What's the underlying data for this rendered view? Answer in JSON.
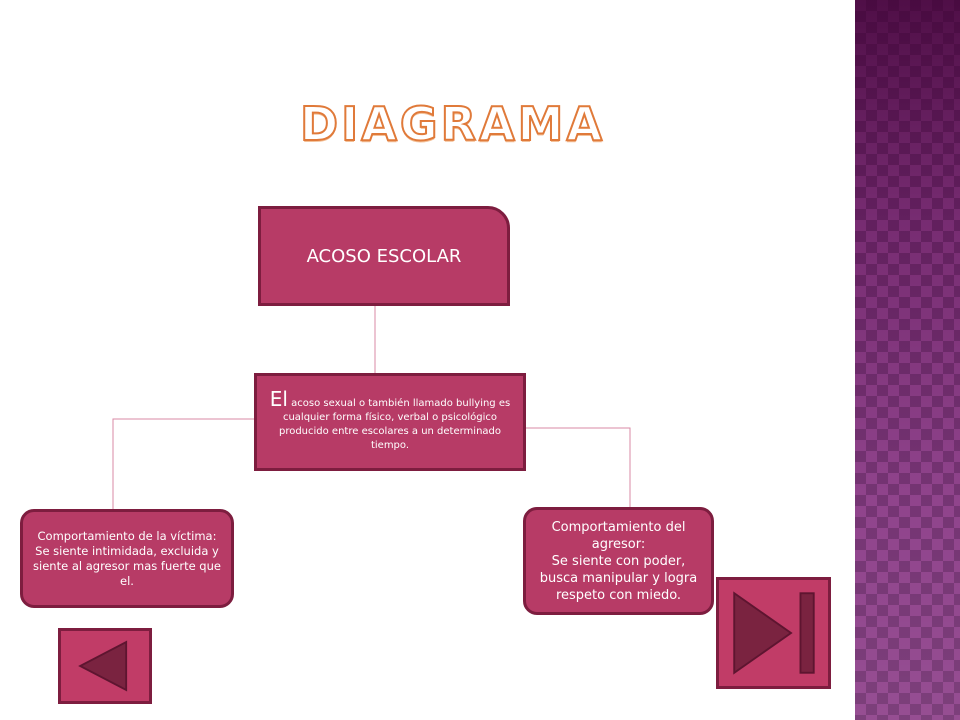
{
  "title": "DIAGRAMA",
  "nodes": {
    "root": {
      "label": "ACOSO ESCOLAR"
    },
    "definition": {
      "lead": "El",
      "text": "acoso sexual o también llamado bullying es cualquier forma físico, verbal o psicológico producido entre escolares a un determinado tiempo."
    },
    "victim": {
      "heading": "Comportamiento de la víctima:",
      "text": "Se siente intimidada, excluida y siente al agresor mas fuerte que el."
    },
    "aggressor": {
      "heading": "Comportamiento del agresor:",
      "text": "Se siente con poder, busca manipular y logra respeto con miedo."
    }
  },
  "navigation": {
    "prev_icon": "play-back-icon",
    "next_icon": "skip-forward-icon"
  },
  "colors": {
    "box_fill": "#b73b66",
    "box_border": "#7d1d3f",
    "connector": "#d98aa5",
    "title_outline": "#e07a3a",
    "strip": "#8a3a86"
  }
}
